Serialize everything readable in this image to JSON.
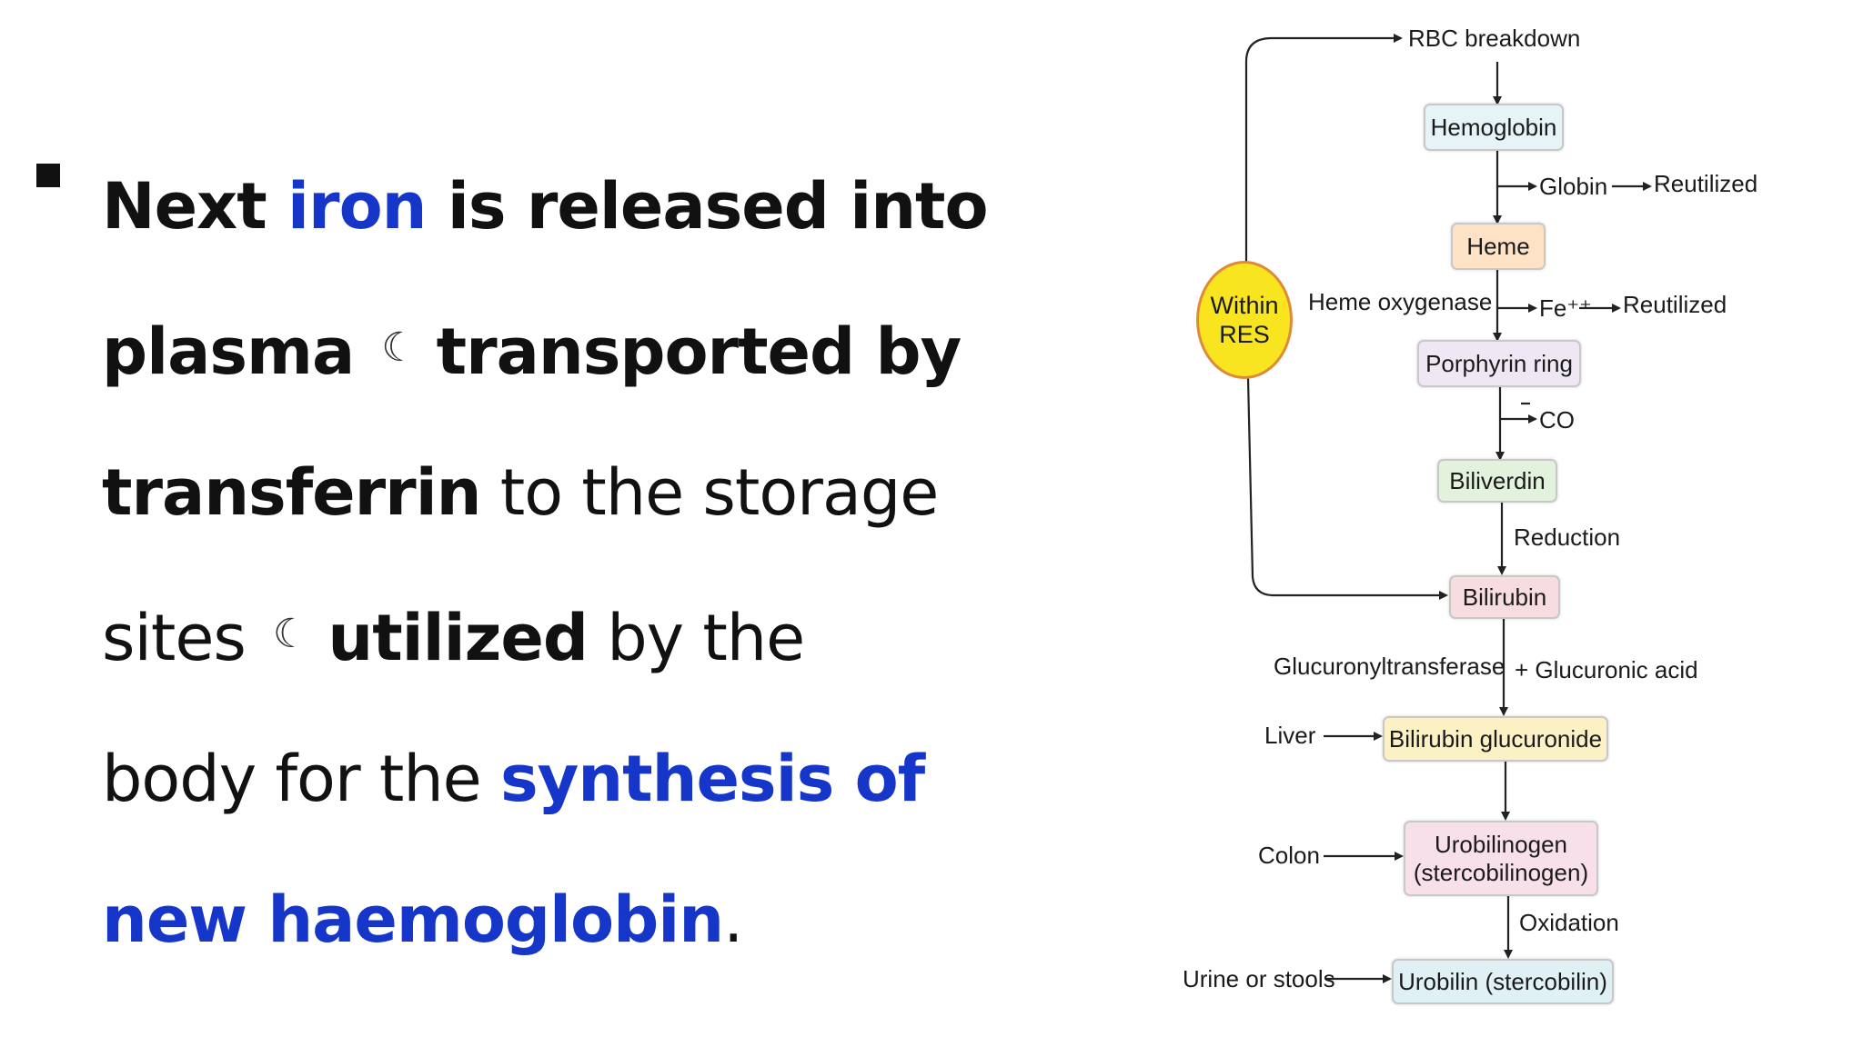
{
  "text": {
    "l1": {
      "a": "Next ",
      "b": "iron",
      "c": " is released into"
    },
    "l2": {
      "a": "plasma",
      "moon": "☾",
      "b": "transported by"
    },
    "l3": {
      "a": "transferrin",
      "b": " to the storage"
    },
    "l4": {
      "a": "sites",
      "moon": "☾",
      "b": "utilized",
      "c": " by the"
    },
    "l5": {
      "a": "body for the ",
      "b": "synthesis of"
    },
    "l6": {
      "a": "new haemoglobin",
      "b": "."
    }
  },
  "diagram": {
    "rbc": "RBC breakdown",
    "hemoglobin": "Hemoglobin",
    "globin": "Globin",
    "reutilized_1": "Reutilized",
    "heme": "Heme",
    "heme_oxygenase": "Heme oxygenase",
    "fe": "Fe⁺⁺",
    "reutilized_2": "Reutilized",
    "porphyrin": "Porphyrin ring",
    "co": "CO",
    "biliverdin": "Biliverdin",
    "reduction": "Reduction",
    "bilirubin": "Bilirubin",
    "within_res_1": "Within",
    "within_res_2": "RES",
    "glucuronyltransferase": "Glucuronyltransferase",
    "glucuronic_acid": "+ Glucuronic acid",
    "liver": "Liver",
    "bilirubin_glucuronide": "Bilirubin glucuronide",
    "colon": "Colon",
    "urobilinogen_1": "Urobilinogen",
    "urobilinogen_2": "(stercobilinogen)",
    "oxidation": "Oxidation",
    "urine": "Urine or stools",
    "urobilin": "Urobilin (stercobilin)"
  },
  "colors": {
    "blue_text": "#1536c9",
    "hemoglobin_box": "#e6f4f7",
    "heme_box": "#fde2c6",
    "porphyrin_box": "#efe8f4",
    "biliverdin_box": "#e2f2dd",
    "bilirubin_box": "#f8dde0",
    "glucuronide_box": "#fbf1c4",
    "urobilinogen_box": "#f8e0ea",
    "urobilin_box": "#e0f1f5",
    "res_circle": "#f8e51f"
  }
}
